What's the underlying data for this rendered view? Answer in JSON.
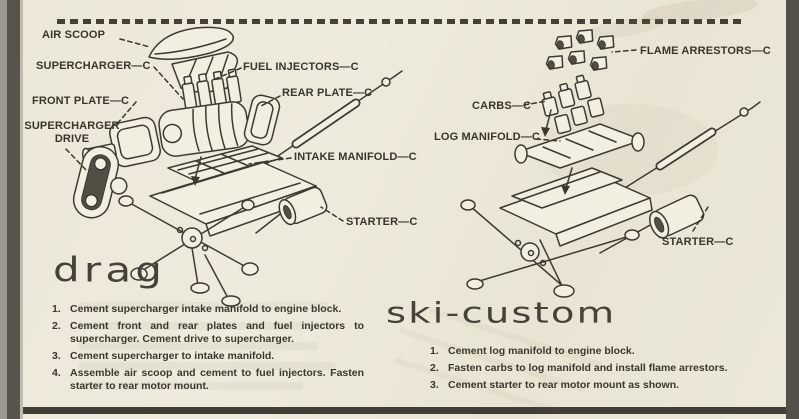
{
  "left": {
    "title": "drag",
    "labels": {
      "air_scoop": "AIR SCOOP",
      "supercharger": "SUPERCHARGER—C",
      "front_plate": "FRONT PLATE—C",
      "supercharger_drive": "SUPERCHARGER DRIVE",
      "fuel_injectors": "FUEL INJECTORS—C",
      "rear_plate": "REAR PLATE—C",
      "intake_manifold": "INTAKE MANIFOLD—C",
      "starter": "STARTER—C"
    },
    "steps": [
      {
        "num": "1.",
        "text": "Cement supercharger intake manifold to engine block."
      },
      {
        "num": "2.",
        "text": "Cement front and rear plates and fuel injectors to supercharger. Cement drive to supercharger."
      },
      {
        "num": "3.",
        "text": "Cement supercharger to intake manifold."
      },
      {
        "num": "4.",
        "text": "Assemble air scoop and cement to fuel injectors. Fasten starter to rear motor mount."
      }
    ]
  },
  "right": {
    "title": "ski-custom",
    "labels": {
      "flame_arrestors": "FLAME ARRESTORS—C",
      "carbs": "CARBS—C",
      "log_manifold": "LOG MANIFOLD—C",
      "starter": "STARTER—C"
    },
    "steps": [
      {
        "num": "1.",
        "text": "Cement log manifold to engine block."
      },
      {
        "num": "2.",
        "text": "Fasten carbs to log manifold and install flame arrestors."
      },
      {
        "num": "3.",
        "text": "Cement starter to rear motor mount as shown."
      }
    ]
  },
  "colors": {
    "paper": "#ece7d7",
    "ink": "#3b372f",
    "scan_edge": "#57534d"
  }
}
